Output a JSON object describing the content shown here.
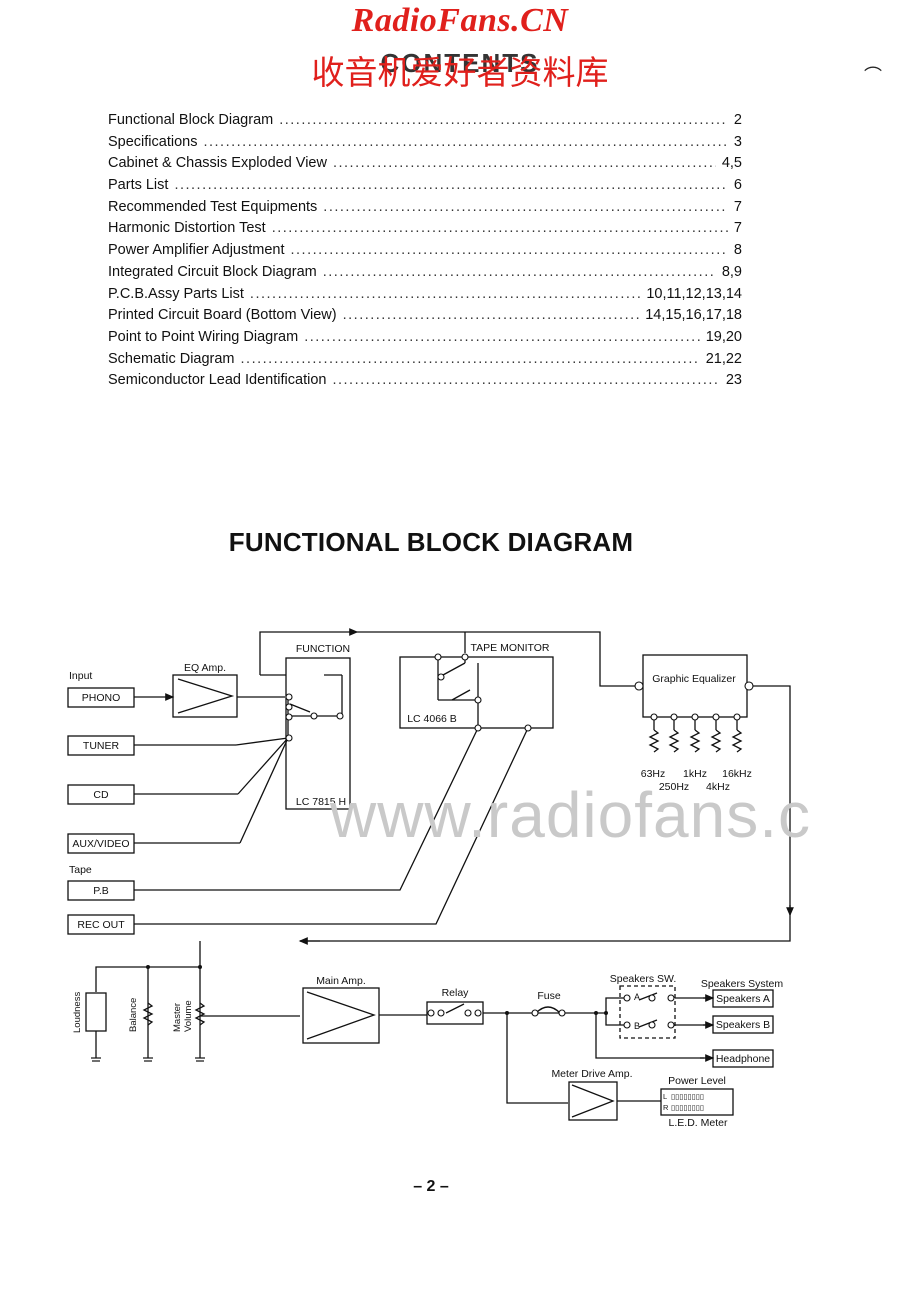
{
  "watermark": {
    "site": "RadioFans.CN",
    "chinese": "收音机爱好者资料库",
    "url": "www.radiofans.c"
  },
  "contents": {
    "heading": "CONTENTS",
    "items": [
      {
        "title": "Functional Block Diagram",
        "page": "2"
      },
      {
        "title": "Specifications",
        "page": "3"
      },
      {
        "title": "Cabinet & Chassis Exploded View",
        "page": "4,5"
      },
      {
        "title": "Parts List",
        "page": "6"
      },
      {
        "title": "Recommended Test Equipments",
        "page": "7"
      },
      {
        "title": "Harmonic Distortion Test",
        "page": "7"
      },
      {
        "title": "Power Amplifier Adjustment",
        "page": "8"
      },
      {
        "title": "Integrated Circuit Block Diagram",
        "page": "8,9"
      },
      {
        "title": "P.C.B.Assy Parts List",
        "page": "10,11,12,13,14"
      },
      {
        "title": "Printed Circuit Board (Bottom View)",
        "page": "14,15,16,17,18"
      },
      {
        "title": "Point to Point Wiring Diagram",
        "page": "19,20"
      },
      {
        "title": "Schematic Diagram",
        "page": "21,22"
      },
      {
        "title": "Semiconductor Lead Identification",
        "page": "23"
      }
    ]
  },
  "diagram": {
    "title": "FUNCTIONAL BLOCK DIAGRAM",
    "labels": {
      "input": "Input",
      "phono": "PHONO",
      "tuner": "TUNER",
      "cd": "CD",
      "aux": "AUX/VIDEO",
      "tape": "Tape",
      "pb": "P.B",
      "rec_out": "REC OUT",
      "eq_amp": "EQ Amp.",
      "function": "FUNCTION",
      "lc7815": "LC 7815 H",
      "tape_monitor": "TAPE MONITOR",
      "lc4066": "LC 4066 B",
      "graphic_eq": "Graphic Equalizer",
      "f63": "63Hz",
      "f1k": "1kHz",
      "f16k": "16kHz",
      "f250": "250Hz",
      "f4k": "4kHz",
      "loudness": "Loudness",
      "balance": "Balance",
      "master": "Master",
      "volume": "Volume",
      "main_amp": "Main Amp.",
      "relay": "Relay",
      "fuse": "Fuse",
      "speakers_sw": "Speakers SW.",
      "sw_a": "A",
      "sw_b": "B",
      "speakers_system": "Speakers System",
      "speakers_a": "Speakers A",
      "speakers_b": "Speakers B",
      "headphone": "Headphone",
      "meter_drive": "Meter Drive Amp.",
      "power_level": "Power Level",
      "meter_l": "L",
      "meter_r": "R",
      "meter_dots": "▯▯▯▯▯▯▯▯",
      "led_meter": "L.E.D. Meter"
    }
  },
  "page_number": "– 2 –"
}
